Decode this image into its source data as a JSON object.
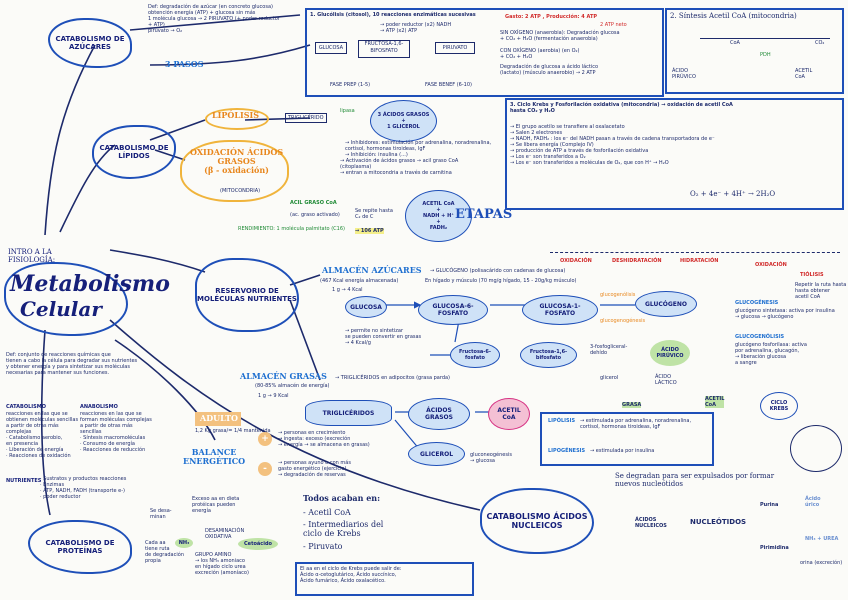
{
  "main_title": {
    "intro": "INTRO A LA\nFISIOLOGÍA:",
    "title_line1": "Metabolismo",
    "title_line2": "Celular"
  },
  "definition": {
    "text": "Def: conjunto de reacciones químicas que\ntienen a cabo la célula para degradar sus nutrientes\ny obtener energía y para sintetizar sus moléculas\nnecesarias para mantener sus funciones.",
    "catabolismo_title": "CATABOLISMO",
    "catabolismo_text": "reacciones en las que se\nobtienen moléculas sencillas\na partir de otras más\ncomplejas\n· Catabolismo aerobio,\n  en presencia\n· Liberación de energía\n· Reacciones de oxidación",
    "anabolismo_title": "ANABOLISMO",
    "anabolismo_text": "reacciones en las que se\nforman moléculas complejas\na partir de otras más\nsencillas\n· Síntesis macromoléculas\n· Consumo de energía\n· Reacciones de reducción",
    "nutrients_label": "NUTRIENTES",
    "nutrients_text": "· Sustratos y productos reacciones\n· Enzimas\n· ATP, NADH, FADH (transporte e-)\n· poder reductor"
  },
  "catabolismo_azucares": {
    "label": "CATABOLISMO\nDE AZÚCARES",
    "note": "Def: degradación de azúcar (en concreto glucosa)\nobtención energía (ATP) + glucosa sin más\n1 molécula glucosa → 2 PIRUVATO (+ poder reductor\n+ ATP)\n                                         piruvato → O₂",
    "pasos": "3 PASOS"
  },
  "glucolisis_box": {
    "title": "1. Glucólisis (citosol), 10 reacciones enzimáticas sucesivas",
    "sub": "→ poder reductor (x2) NADH\n→ ATP (x2) ATP",
    "glucosa": "GLUCOSA",
    "fructosa": "FRUCTOSA-1,6-\nBIFOSFATO",
    "piruvato": "PIRUVATO",
    "fase_prep": "FASE PREP (1-5)",
    "fase_benef": "FASE BENEF (6-10)",
    "gasto": "Gasto: 2 ATP , Producción: 4 ATP",
    "neto": "2 ATP neto",
    "side1": "SIN OXÍGENO (anaerobia): Degradación glucosa\n+ CO₂ + H₂O (fermentación anaerobia)",
    "side2": "CON OXÍGENO (aerobia) (en O₂)\n+ CO₂ + H₂O",
    "side3": "Degradación de glucosa a ácido láctico\n(lactato) (músculo anaerobio) → 2 ATP"
  },
  "sintesis_acetil": {
    "title": "2. Síntesis Acetil CoA (mitocondria)",
    "piruvato": "ÁCIDO\nPIRÚVICO",
    "coa": "CoA",
    "acetil": "ACETIL\nCoA",
    "enzyme": "PDH",
    "co2": "CO₂"
  },
  "ciclo_krebs_box": {
    "title": "3. Ciclo Krebs y Fosforilación oxidativa (mitocondria) → oxidación de acetil CoA\n                                                                  hasta CO₂ y H₂O",
    "lines": "→ El grupo acetilo se transfiere al oxalacetato\n→ Salen 2 electrones\n→ NADH, FADH₂ : los e⁻ del NADH pasan a través de cadena transportadora de e⁻\n  → Se libera energía (Complejo IV)\n  → producción de ATP a través de fosforilación oxidativa\n  → Los e⁻ son transferidos a O₂\n  → Los e⁻ son transferidos a moléculas de O₂, que con H⁺ → H₂O",
    "equation": "O₂ + 4e⁻ + 4H⁺ → 2H₂O",
    "steps": [
      "OXIDACIÓN",
      "DESHIDRATACIÓN",
      "HIDRATACIÓN",
      "OXIDACIÓN",
      "TIÓLISIS"
    ],
    "end_note": "Repetir la ruta hasta\nhasta obtener\nacetil CoA"
  },
  "catabolismo_lipidos": {
    "label": "CATABOLISMO\nDE LÍPIDOS",
    "lipolisis": "LIPÓLISIS",
    "trigliceridos": "TRIGLICÉRIDO",
    "products": "3 ÁCIDOS GRASOS\n+\n1 GLICEROL",
    "lipase": "lipasa",
    "regul": "→ Inhibidores: estimulación por adrenalina, noradrenalina,\ncortisol, hormonas tiroideas, IgF\n→ Inhibición: insulina (...)",
    "oxidacion": "OXIDACIÓN ÁCIDOS\nGRASOS\n(β - oxidación)",
    "mitocondria": "(MITOCONDRIA)",
    "oxid_note": "→ Activación de ácidos grasos → acil graso CoA\n  (citoplasma)\n→ entran a mitocondria a través de carnitina",
    "acil_coa": "ACIL GRASO CoA",
    "acil_sub": "(ac. graso activado)",
    "acetil_box": "ACETIL CoA\n+\nNADH + H⁺\n+\nFADH₂",
    "repeat": "Se repite hasta\nC₂ de C",
    "rendimiento": "RENDIMIENTO: 1 molécula palmitato (C16)",
    "atp": "→ 106 ATP",
    "etapas": "ETAPAS"
  },
  "reservorio": {
    "label": "RESERVORIO\nDE MOLÉCULAS\nNUTRIENTES",
    "almacen_azucares": "ALMACÉN AZÚCARES",
    "gluc_note": "→ GLUCÓGENO (polisacárido con cadenas de glucosa)",
    "hepatic": "En hígado y músculo (70 mg/g hígado, 15 - 20g/kg músculo)",
    "kcal": "1 g → 4 Kcal",
    "energy_note": "(467 Kcal energía almacenada)",
    "glucosa": "GLUCOSA",
    "g6p": "GLUCOSA-6-\nFOSFATO",
    "g1p": "GLUCOSA-1-\nFOSFATO",
    "glucogeno": "GLUCÓGENO",
    "glucogenogenesis": "glucogenogénesis",
    "glucogenolisis": "glucogenólisis",
    "f6p": "Fructosa-6-\nfosfato",
    "f16": "Fructosa-1,6-\nbifosfato",
    "dhap": "3-fosfogliceral-\ndehído",
    "piruvato": "ÁCIDO\nPIRÚVICO",
    "permite": "→ permite no sintetizar\n  se pueden convertir en grasas\n  → 4 Kcal/g",
    "glicerol_lbl": "glicerol",
    "lactico": "ÁCIDO\nLÁCTICO",
    "glucogenesis_title": "GLUCOGÉNESIS",
    "glucogenesis_text": "glucógeno sintetasa: activa por insulina\n→ glucosa → glucógeno",
    "glucogenolisis_title": "GLUCOGENÓLISIS",
    "glucogenolisis_text": "glucógeno fosforilasa: activa\npor adrenalina, glucagón,\n→ liberación glucosa\na sangre",
    "almacen_grasas": "ALMACÉN GRASAS",
    "grasas_note": "→ TRIGLICÉRIDOS en adipocitos (grasa parda)",
    "grasas_kcal": "1 g → 9 Kcal",
    "pct": "(80-85% almacén de energía)",
    "trig_box": "TRIGLICÉRIDOS",
    "acidos_grasos": "ÁCIDOS\nGRASOS",
    "acetil_coa": "ACETIL\nCoA",
    "glicerol": "GLICEROL",
    "gluconeo": "gluconeogénesis\n→ glucosa",
    "lipolisis_title": "LIPÓLISIS",
    "lipolisis_text": "→ estimulada por adrenalina, noradrenalina,\ncortisol, hormonas tiroideas, IgF",
    "lipogenesis_title": "LIPOGÉNESIS",
    "lipogenesis_text": "→ estimulada por insulina",
    "ciclo_krebs": "CICLO\nKREBS",
    "grasa_label": "GRASA",
    "acetil_label": "ACETIL\nCoA"
  },
  "adulto": {
    "label": "ADULTO",
    "sub": "1,2 Kg grasa/= 1/4 mantenida",
    "balance": "BALANCE\nENERGÉTICO",
    "plus": "+",
    "minus": "-",
    "plus_text": "→ personas en crecimiento\n→ ingesta: exceso (excreción\n  → energía → se almacena en grasas)",
    "minus_text": "→ personas ayuno o con más\n  gasto energético (ejercicio)\n  → degradación de reservas"
  },
  "catabolismo_proteinas": {
    "label": "CATABOLISMO\nDE PROTEÍNAS",
    "note1": "Exceso aa en dieta\nprotéicas pueden\nenergía",
    "desaminacion": "DESAMINACIÓN\nOXIDATIVA",
    "nh3": "NH₃",
    "cetoacido": "Cetoácido",
    "note_aa": "Se desa-\nminan",
    "urea": "GRUPO AMINO\n→ los NH₃ amoniaco\nen hígado ciclo urea\nexcreción (amoníaco)",
    "cada_aa": "Cada aa\ntiene ruta\nde degradación\npropia",
    "todos": "Todos acaban en:",
    "end1": "- Acetil CoA",
    "end2": "- Intermediarios del\n  ciclo de Krebs",
    "end3": "- Piruvato",
    "nota": "El aa en el ciclo de Krebs puede salir de:\nÁcido α-cetoglutárico, Ácido succínico,\nÁcido fumárico, Ácido oxalacético."
  },
  "catabolismo_nucleicos": {
    "label": "CATABOLISMO\nÁCIDOS\nNUCLEICOS",
    "acidos": "ÁCIDOS\nNUCLEICOS",
    "nucleotidos": "NUCLEÓTIDOS",
    "note": "Se degradan para ser expulsados por formar\nnuevos nucleótidos",
    "purina": "Purina",
    "pirimidina": "Pirimidina",
    "acido_urico": "Ácido\núrico",
    "urea": "NH₃ + UREA",
    "orina": "orina (excreción)"
  }
}
